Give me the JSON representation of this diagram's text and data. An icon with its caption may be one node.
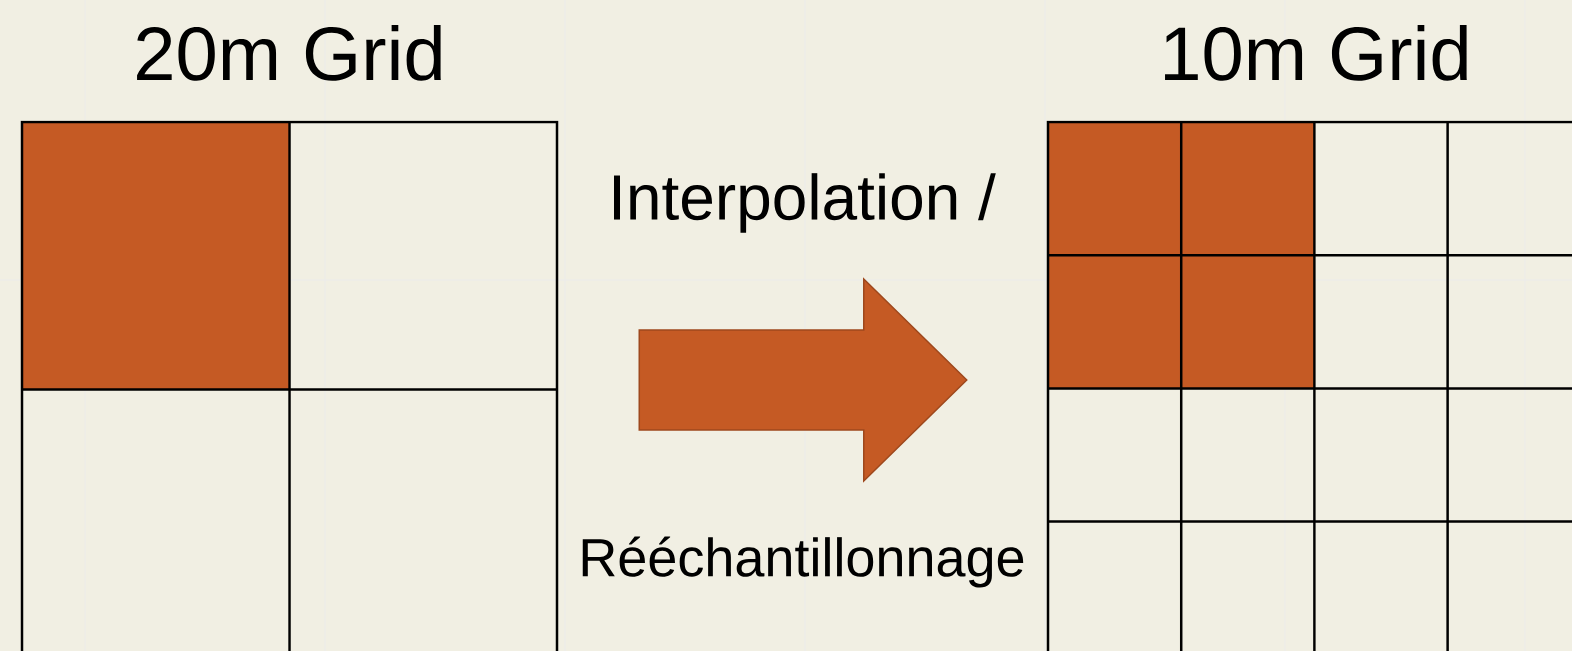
{
  "diagram": {
    "nodes": [
      {
        "text": [
          "20m Grid"
        ]
      },
      {
        "text": [
          "10m Grid"
        ]
      }
    ],
    "edges": [
      {
        "from": 0,
        "to": 1,
        "arrow": "to"
      }
    ],
    "labels": [
      "Interpolation /",
      "Rééchantillonnage"
    ]
  }
}
